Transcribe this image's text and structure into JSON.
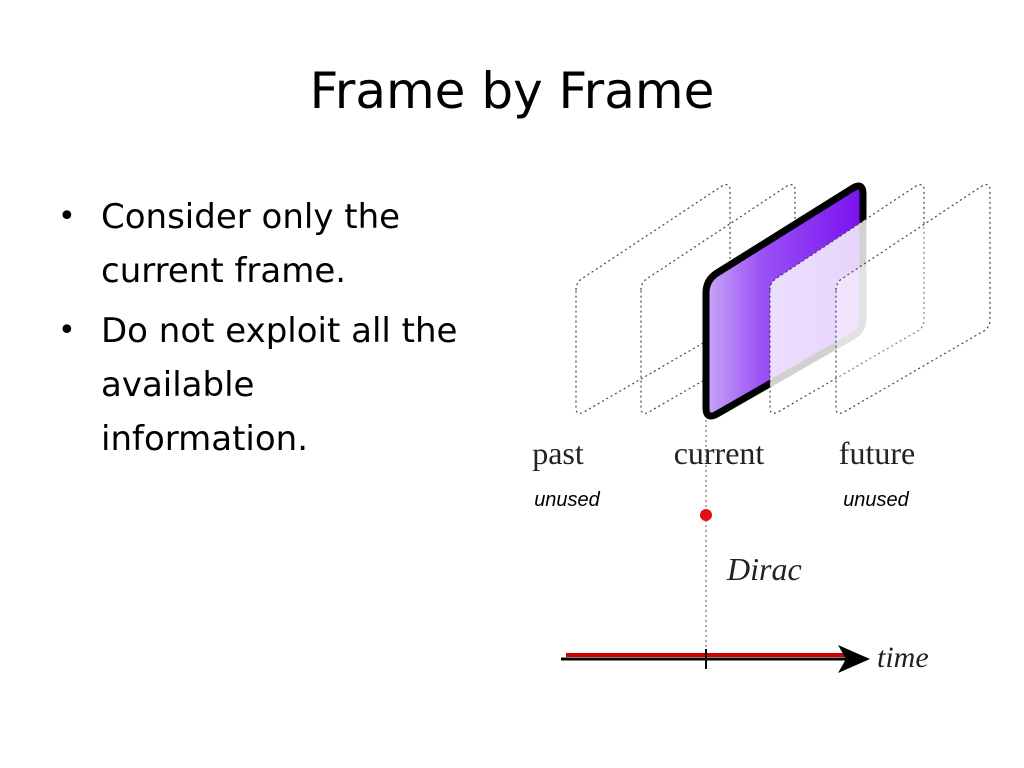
{
  "slide": {
    "title": "Frame by Frame",
    "bullets": [
      "Consider only the current frame.",
      "Do not exploit all the available information."
    ]
  },
  "diagram": {
    "labels": {
      "past": "past",
      "current": "current",
      "future": "future",
      "past_note": "unused",
      "future_note": "unused",
      "dirac": "Dirac",
      "time": "time"
    },
    "colors": {
      "current_frame_fill": "#8a3cf5",
      "weight_line": "#cc0000",
      "dirac_point": "#e01010",
      "outline": "#000000"
    }
  }
}
